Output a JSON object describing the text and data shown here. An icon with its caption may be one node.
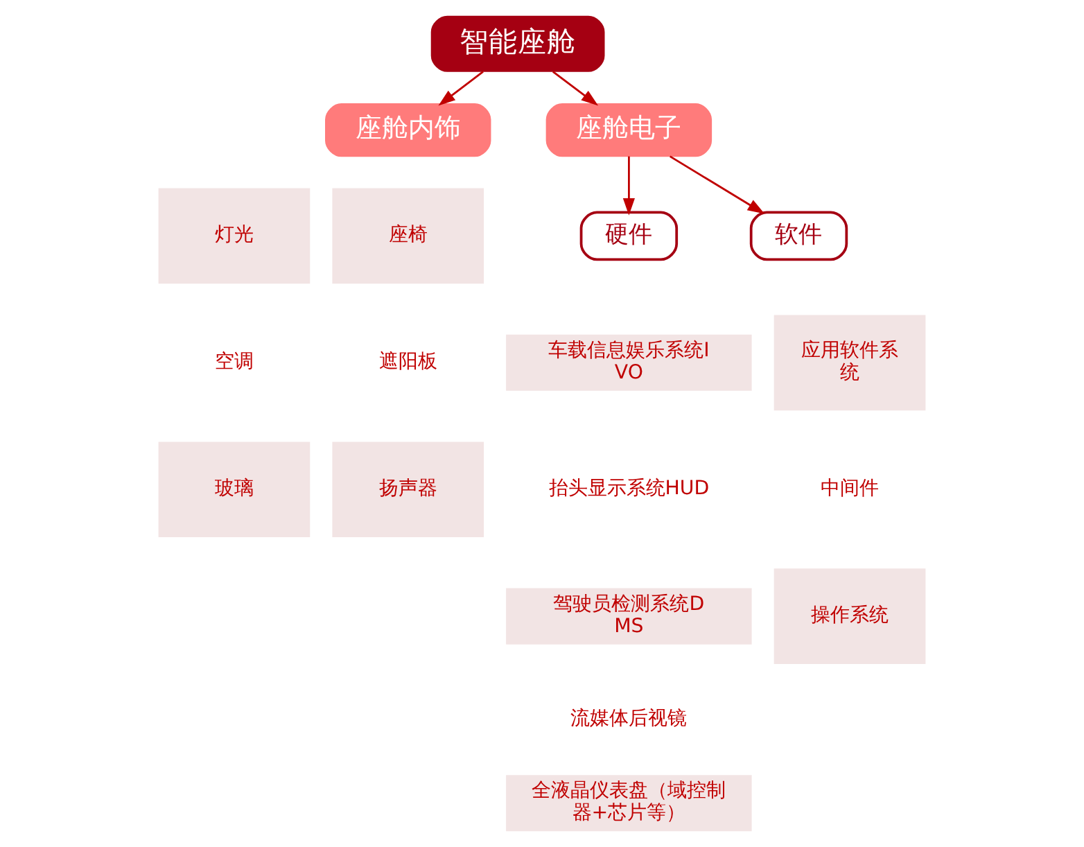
{
  "diagram": {
    "nodes": [
      {
        "text": [
          "智能座舱"
        ]
      },
      {
        "text": [
          "座舱内饰"
        ]
      },
      {
        "text": [
          "座舱电子"
        ]
      },
      {
        "text": [
          "硬件"
        ]
      },
      {
        "text": [
          "软件"
        ]
      },
      {
        "text": [
          "灯光"
        ]
      },
      {
        "text": [
          "座椅"
        ]
      },
      {
        "text": [
          "空调"
        ]
      },
      {
        "text": [
          "遮阳板"
        ]
      },
      {
        "text": [
          "玻璃"
        ]
      },
      {
        "text": [
          "扬声器"
        ]
      },
      {
        "text": [
          "车载信息娱乐系统IVO"
        ]
      },
      {
        "text": [
          "抬头显示系统HUD"
        ]
      },
      {
        "text": [
          "驾驶员检测系统DMS"
        ]
      },
      {
        "text": [
          "流媒体后视镜"
        ]
      },
      {
        "text": [
          "全液晶仪表盘（域控制器+芯片等）"
        ]
      },
      {
        "text": [
          "应用软件系统"
        ]
      },
      {
        "text": [
          "中间件"
        ]
      },
      {
        "text": [
          "操作系统"
        ]
      }
    ],
    "edges": [
      {
        "from": 0,
        "to": 1,
        "arrow": "to"
      },
      {
        "from": 0,
        "to": 2,
        "arrow": "to"
      },
      {
        "from": 2,
        "to": 3,
        "arrow": "to"
      },
      {
        "from": 2,
        "to": 4,
        "arrow": "to"
      }
    ]
  }
}
